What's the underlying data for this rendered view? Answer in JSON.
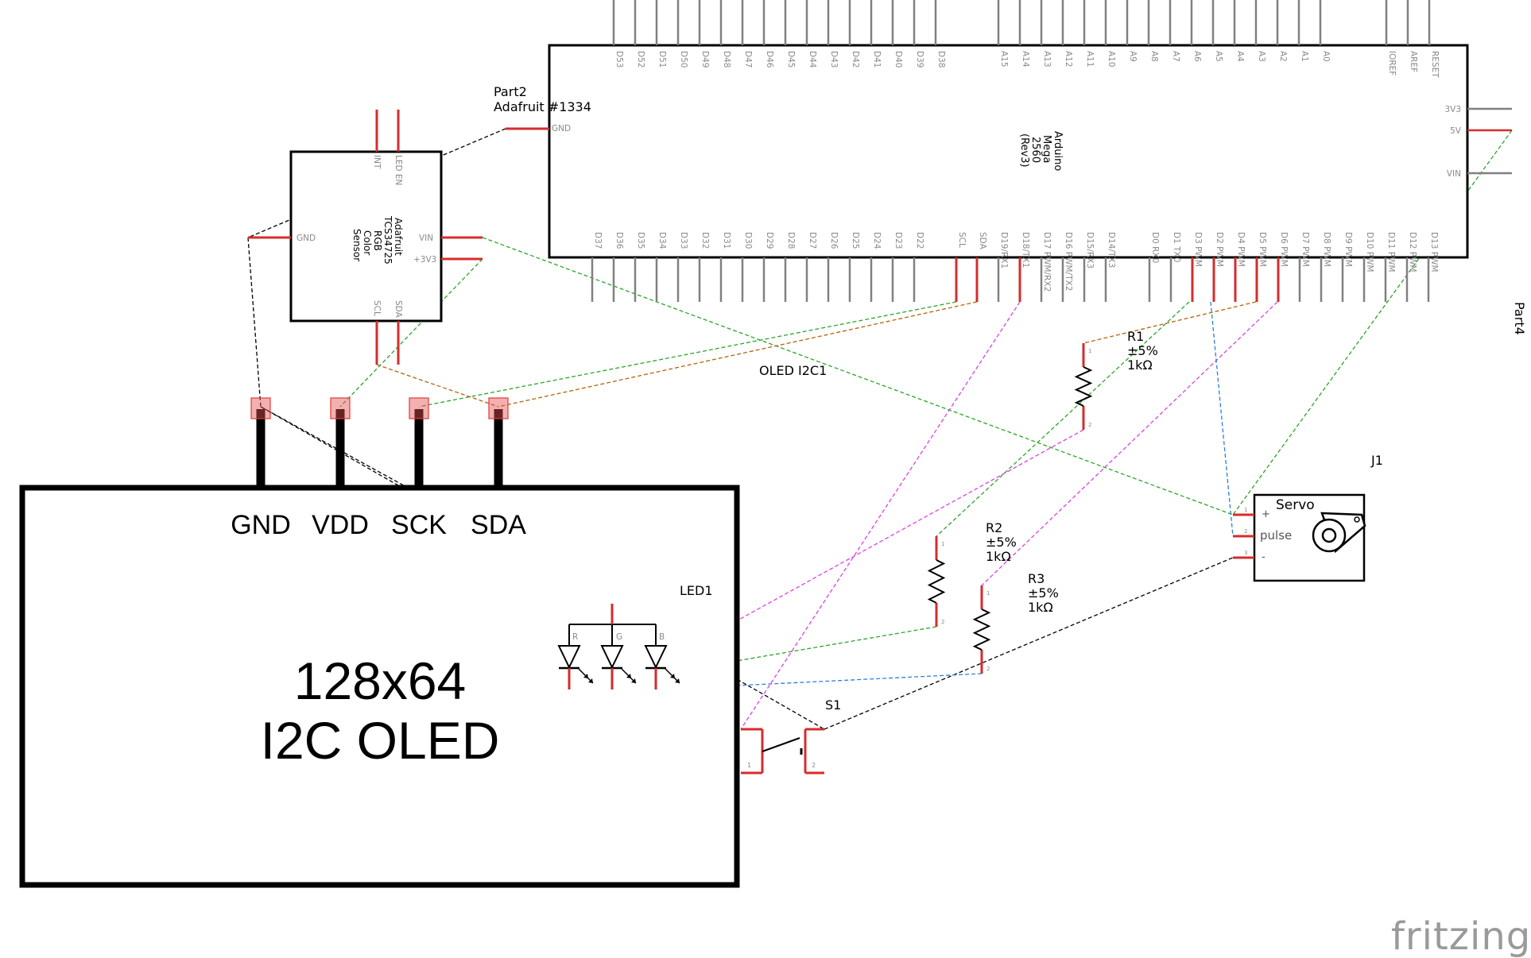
{
  "arduino": {
    "title_lines": [
      "Arduino",
      "Mega",
      "2560",
      "(Rev3)"
    ],
    "top_pins": [
      "D53",
      "D52",
      "D51",
      "D50",
      "D49",
      "D48",
      "D47",
      "D46",
      "D45",
      "D44",
      "D43",
      "D42",
      "D41",
      "D40",
      "D39",
      "D38",
      "A15",
      "A14",
      "A13",
      "A12",
      "A11",
      "A10",
      "A9",
      "A8",
      "A7",
      "A6",
      "A5",
      "A4",
      "A3",
      "A2",
      "A1",
      "A0",
      "IOREF",
      "AREF",
      "RESET"
    ],
    "bottom_pins": [
      "D37",
      "D36",
      "D35",
      "D34",
      "D33",
      "D32",
      "D31",
      "D30",
      "D29",
      "D28",
      "D27",
      "D26",
      "D25",
      "D24",
      "D23",
      "D22",
      "SCL",
      "SDA",
      "D19/RX1",
      "D18/TX1",
      "D17 PWM/RX2",
      "D16 PWM/TX2",
      "D15/RX3",
      "D14/TX3",
      "D0 RX0",
      "D1 TX0",
      "D3 PWM",
      "D2 PWM",
      "D4 PWM",
      "D5 PWM",
      "D6 PWM",
      "D7 PWM",
      "D8 PWM",
      "D9 PWM",
      "D10 PWM",
      "D11 PWM",
      "D12 PWM",
      "D13 PWM"
    ],
    "right_pins": [
      "3V3",
      "5V",
      "VIN"
    ]
  },
  "part2": {
    "label": "Part2",
    "part_no": "Adafruit #1334",
    "gnd_pin": "GND"
  },
  "color_sensor": {
    "title_lines": [
      "Adafruit",
      "TCS34725",
      "RGB",
      "Color",
      "Sensor"
    ],
    "pins": {
      "int": "INT",
      "led_en": "LED EN",
      "gnd": "GND",
      "vin": "VIN",
      "v3": "+3V3",
      "scl": "SCL",
      "sda": "SDA"
    }
  },
  "oled": {
    "pins": [
      "GND",
      "VDD",
      "SCK",
      "SDA"
    ],
    "line1": "128x64",
    "line2": "I2C OLED",
    "label": "OLED I2C1"
  },
  "r1": {
    "name": "R1",
    "tolerance": "±5%",
    "value": "1kΩ"
  },
  "r2": {
    "name": "R2",
    "tolerance": "±5%",
    "value": "1kΩ"
  },
  "r3": {
    "name": "R3",
    "tolerance": "±5%",
    "value": "1kΩ"
  },
  "led1": {
    "label": "LED1",
    "channels": [
      "R",
      "G",
      "B"
    ]
  },
  "servo": {
    "label": "J1",
    "title": "Servo",
    "plus": "+",
    "pulse": "pulse",
    "minus": "-"
  },
  "switch": {
    "label": "S1",
    "pin1": "1",
    "pin2": "2"
  },
  "part4": {
    "label": "Part4"
  },
  "brand": {
    "text": "fritzing"
  },
  "colors": {
    "pin": "#d62c2c",
    "pin_stub": "#808080",
    "wire_green": "#2aa52a",
    "wire_orange": "#b4640a",
    "wire_magenta": "#e040e0",
    "wire_blue": "#2d7fd8",
    "wire_black": "#000000",
    "brand": "#9a9a9a"
  }
}
